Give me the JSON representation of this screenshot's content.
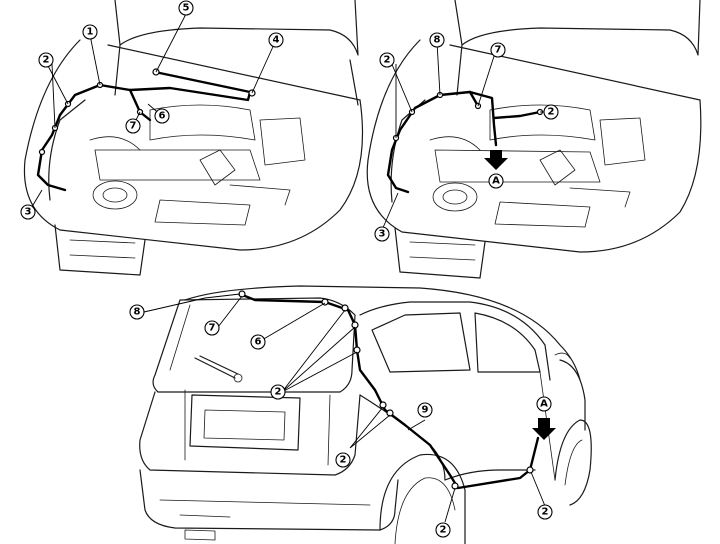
{
  "callouts": {
    "c1": "1",
    "c2": "2",
    "c3": "3",
    "c4": "4",
    "c5": "5",
    "c6": "6",
    "c7": "7",
    "c8": "8",
    "c9": "9",
    "cA": "A"
  },
  "colors": {
    "line": "#1a1a1a",
    "background": "#ffffff"
  }
}
